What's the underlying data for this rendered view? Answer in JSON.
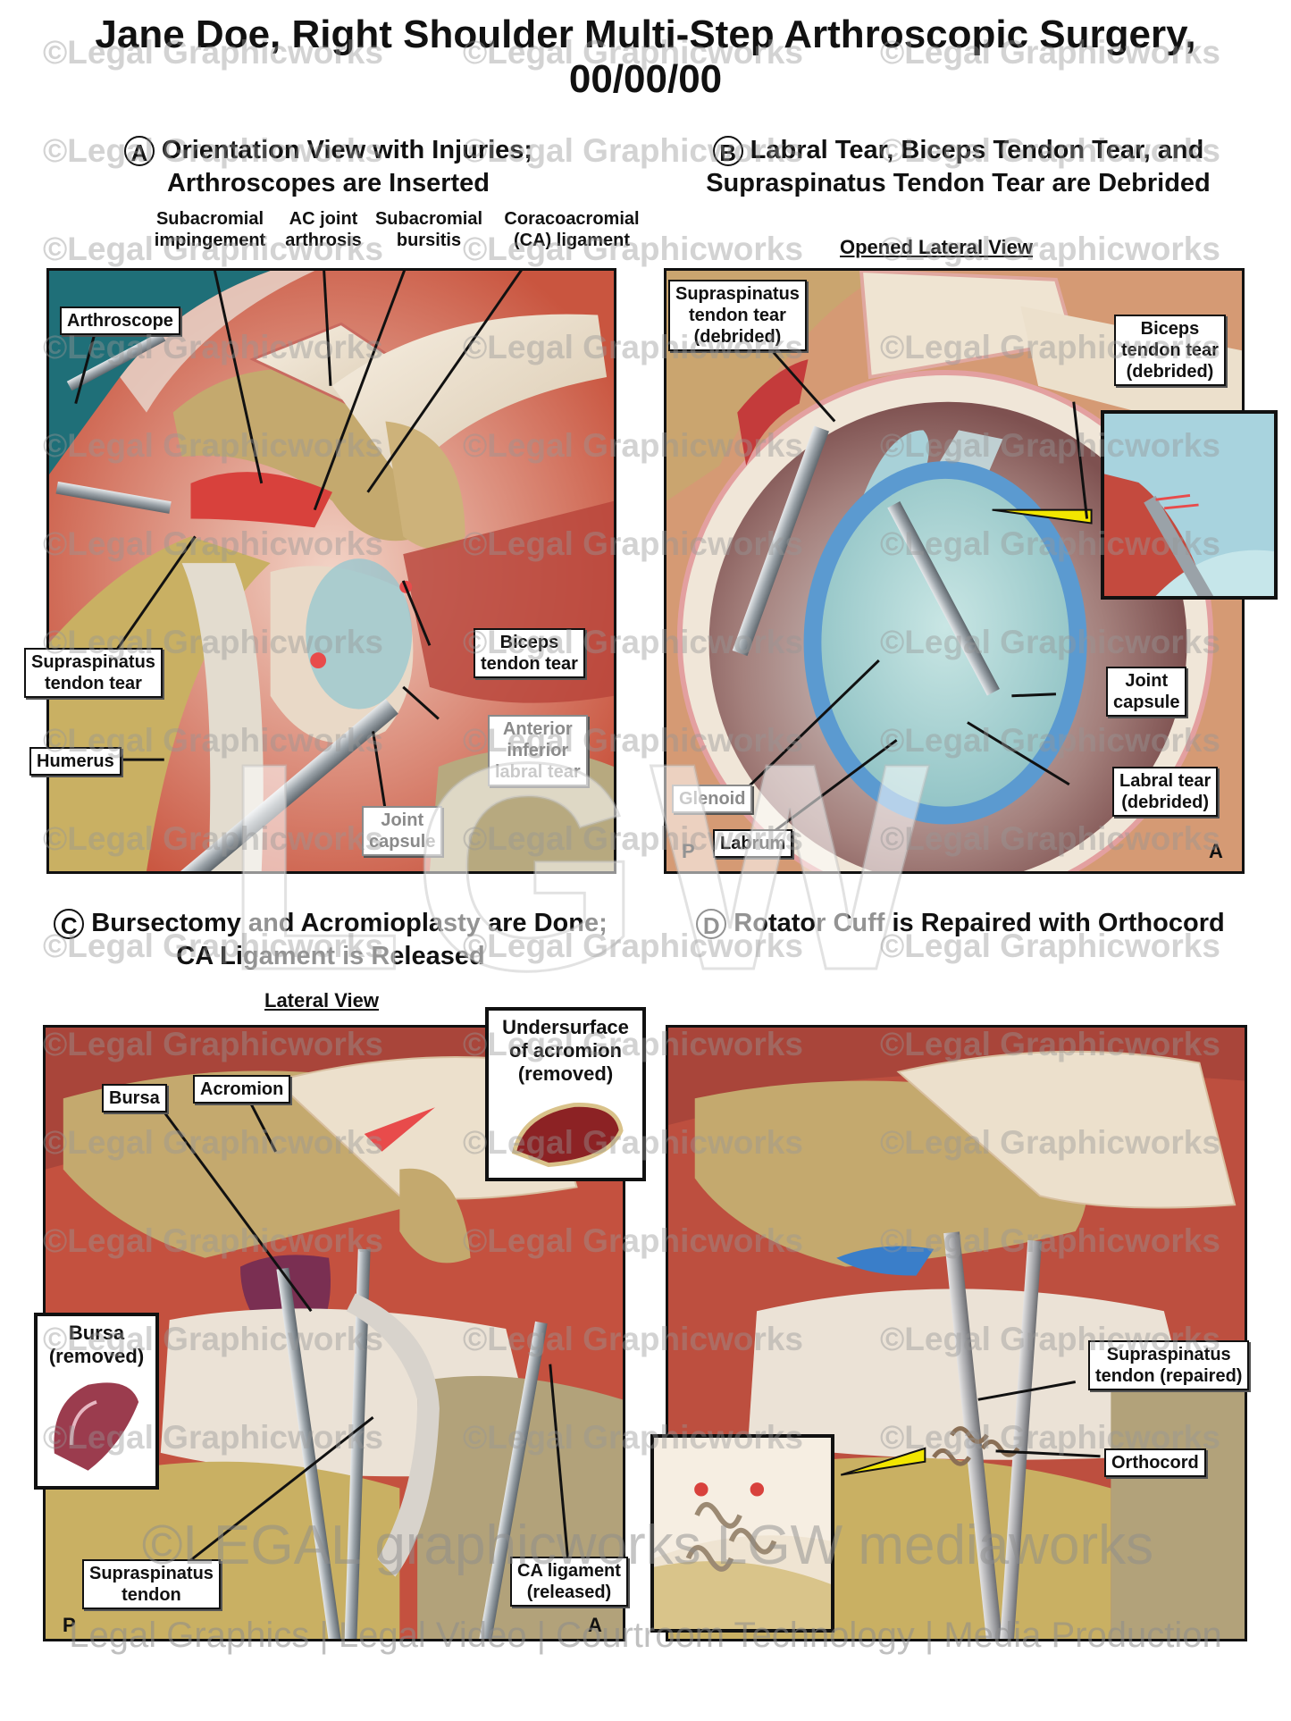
{
  "title": {
    "line1": "Jane Doe, Right Shoulder Multi-Step Arthroscopic Surgery,",
    "line2": "00/00/00"
  },
  "panels": {
    "a": {
      "letter": "A",
      "title1": "Orientation View with Injuries;",
      "title2": "Arthroscopes are Inserted",
      "top_labels": {
        "subacromial_impingement": [
          "Subacromial",
          "impingement"
        ],
        "ac_joint": [
          "AC joint",
          "arthrosis"
        ],
        "bursitis": [
          "Subacromial",
          "bursitis"
        ],
        "ca_ligament": [
          "Coracoacromial",
          "(CA) ligament"
        ]
      },
      "labels": {
        "arthroscope": "Arthroscope",
        "supraspinatus": [
          "Supraspinatus",
          "tendon tear"
        ],
        "humerus": "Humerus",
        "biceps": [
          "Biceps",
          "tendon tear"
        ],
        "anterior": [
          "Anterior",
          "inferior",
          "labral tear"
        ],
        "joint_capsule": [
          "Joint",
          "capsule"
        ]
      }
    },
    "b": {
      "letter": "B",
      "title1": "Labral Tear, Biceps Tendon Tear, and",
      "title2": "Supraspinatus Tendon Tear are Debrided",
      "view": "Opened Lateral View",
      "labels": {
        "supraspinatus": [
          "Supraspinatus",
          "tendon tear",
          "(debrided)"
        ],
        "biceps": [
          "Biceps",
          "tendon tear",
          "(debrided)"
        ],
        "joint_capsule": [
          "Joint",
          "capsule"
        ],
        "labral": [
          "Labral tear",
          "(debrided)"
        ],
        "glenoid": "Glenoid",
        "labrum": "Labrum"
      },
      "corner_p": "P",
      "corner_a": "A"
    },
    "c": {
      "letter": "C",
      "title1": "Bursectomy and Acromioplasty are Done;",
      "title2": "CA Ligament is Released",
      "view": "Lateral View",
      "labels": {
        "bursa": "Bursa",
        "acromion": "Acromion",
        "undersurface": [
          "Undersurface",
          "of acromion",
          "(removed)"
        ],
        "bursa_removed": [
          "Bursa",
          "(removed)"
        ],
        "supraspinatus": [
          "Supraspinatus",
          "tendon"
        ],
        "ca_ligament": [
          "CA ligament",
          "(released)"
        ]
      },
      "corner_p": "P",
      "corner_a": "A"
    },
    "d": {
      "letter": "D",
      "title1": "Rotator Cuff is Repaired with Orthocord",
      "labels": {
        "supraspinatus": [
          "Supraspinatus",
          "tendon (repaired)"
        ],
        "orthocord": "Orthocord"
      }
    }
  },
  "watermarks": {
    "text": "©Legal Graphicworks",
    "lgw": "LGW",
    "mediaworks": "©LEGAL graphicworks  LGW mediaworks",
    "footer": "Legal Graphics | Legal Video | Courtroom Technology | Media Production"
  },
  "colors": {
    "muscle": "#b8443a",
    "tendon": "#efe4d2",
    "bone": "#c4a96e",
    "glenoid": "#a6d4d8",
    "labrum": "#5b9ad0",
    "highlight": "#e84b4b",
    "pointer": "#f2e600"
  }
}
